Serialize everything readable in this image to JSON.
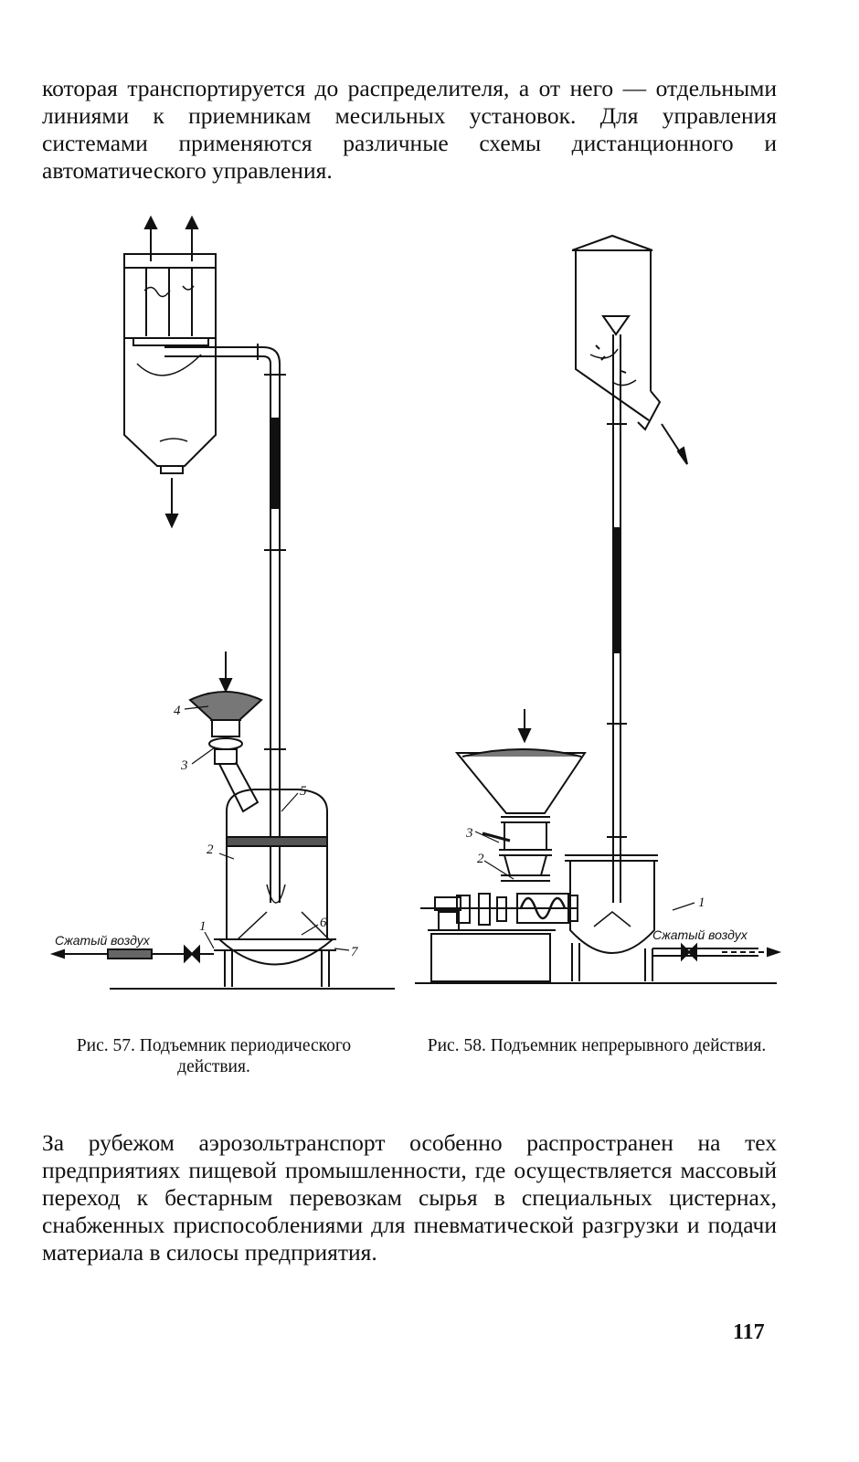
{
  "paragraphs": {
    "intro": "которая транспортируется до распределителя, а от него — отдельными линиями к приемникам месильных установок. Для управления системами применяются различные схемы дистанционного и автоматического управления.",
    "outro": "За рубежом аэрозольтранспорт особенно распространен на тех предприятиях пищевой промышленности, где осуществляется массовый переход к бестарным перевозкам сырья в специальных цистернах, снабженных приспособлениями для пневматической разгрузки и подачи материала в силосы предприятия."
  },
  "figures": {
    "fig57": {
      "caption": "Рис. 57. Подъемник периодического действия.",
      "air_label": "Сжатый воздух",
      "labels": [
        "1",
        "2",
        "3",
        "4",
        "5",
        "6",
        "7"
      ]
    },
    "fig58": {
      "caption": "Рис. 58. Подъемник непрерывного действия.",
      "air_label": "Сжатый воздух",
      "labels": [
        "1",
        "2",
        "3"
      ]
    }
  },
  "page_number": "117"
}
